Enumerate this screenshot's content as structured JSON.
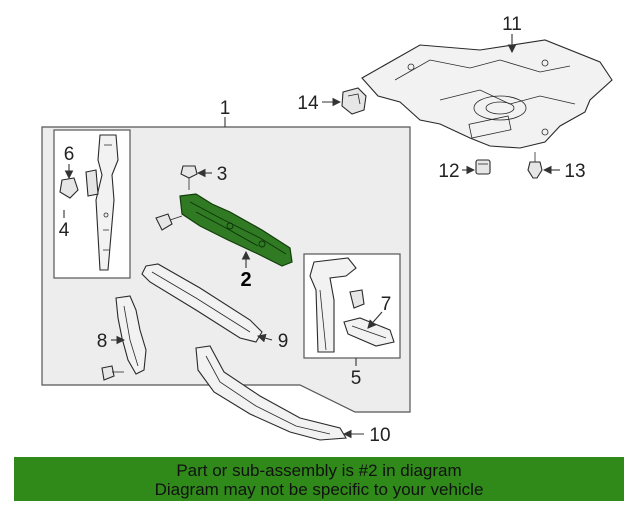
{
  "callouts": {
    "c1": "1",
    "c2": "2",
    "c3": "3",
    "c4": "4",
    "c5": "5",
    "c6": "6",
    "c7": "7",
    "c8": "8",
    "c9": "9",
    "c10": "10",
    "c11": "11",
    "c12": "12",
    "c13": "13",
    "c14": "14"
  },
  "banner": {
    "line1": "Part or sub-assembly is #2 in diagram",
    "line2": "Diagram may not be specific to your vehicle"
  },
  "colors": {
    "highlight": "#2f7a22",
    "banner": "#2f8a1a"
  }
}
